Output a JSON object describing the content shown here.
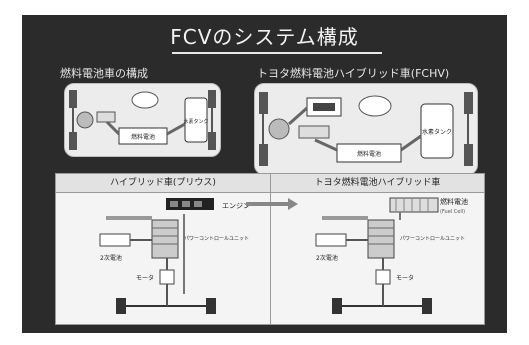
{
  "title": "FCVのシステム構成",
  "sections": {
    "left_heading": "燃料電池車の構成",
    "right_heading": "トヨタ燃料電池ハイブリッド車(FCHV)"
  },
  "top_left_labels": {
    "fc_stack": "燃料電池",
    "tank": "水素タンク"
  },
  "top_right_labels": {
    "fc_stack": "燃料電池",
    "tank": "水素タンク"
  },
  "lower": {
    "left_heading": "ハイブリッド車(プリウス)",
    "right_heading": "トヨタ燃料電池ハイブリッド車",
    "left_labels": {
      "engine": "エンジン",
      "pcu": "パワーコントロールユニット",
      "battery": "2次電池",
      "motor": "モータ"
    },
    "right_labels": {
      "fuel_cell": "燃料電池",
      "fuel_cell_en": "(Fuel Cell)",
      "pcu": "パワーコントロールユニット",
      "battery": "2次電池",
      "motor": "モータ"
    }
  },
  "colors": {
    "background": "#2b2b2b",
    "panel": "#ececec",
    "accent": "#7f7f7f"
  }
}
